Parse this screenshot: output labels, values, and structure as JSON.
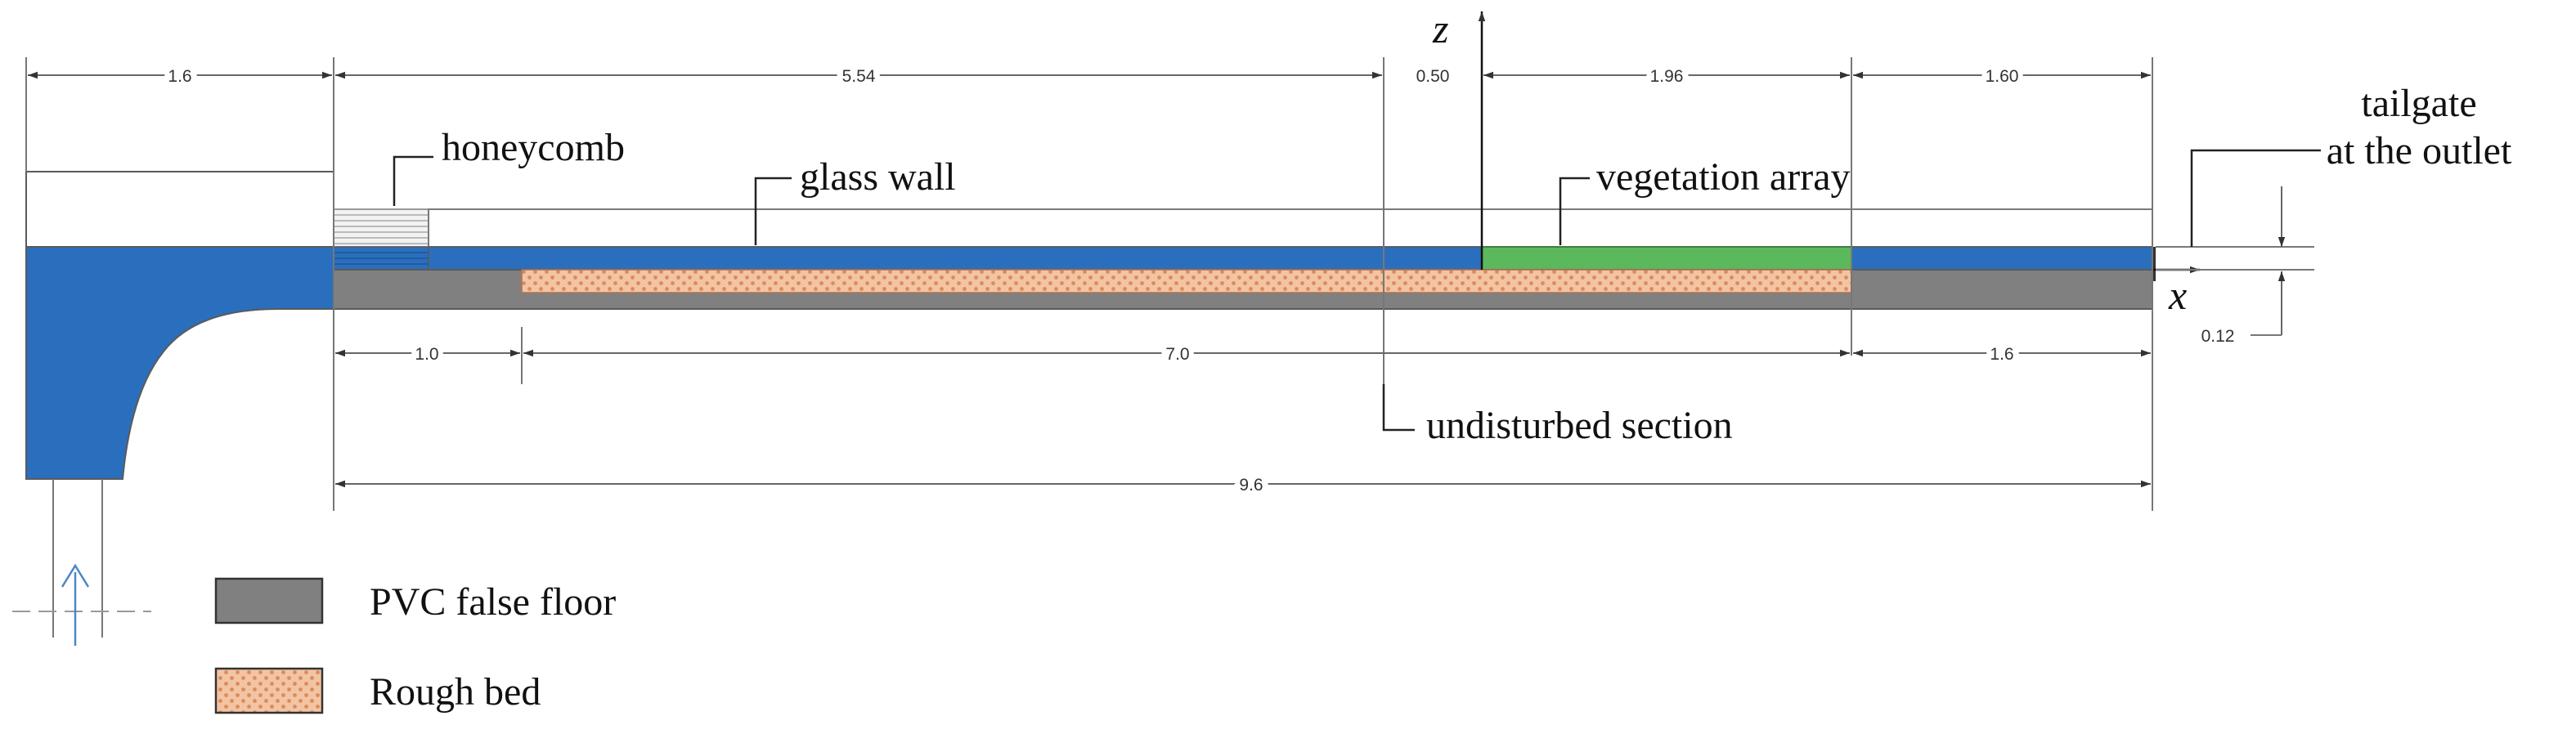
{
  "colors": {
    "water": "#2a6fbd",
    "floor": "#808080",
    "rough_bed": "#f3c4a3",
    "rough_dots": "#d98c5c",
    "vegetation": "#5cb85c",
    "outline": "#5a5a5a"
  },
  "dimensions_top": [
    "1.6",
    "5.54",
    "0.50",
    "1.96",
    "1.60"
  ],
  "dimensions_bottom": [
    "1.0",
    "7.0",
    "1.6"
  ],
  "dimension_total": "9.6",
  "dimension_height": "0.12",
  "axes": {
    "z": "z",
    "x": "x"
  },
  "labels": {
    "honeycomb": "honeycomb",
    "glass_wall": "glass wall",
    "vegetation_array": "vegetation array",
    "tailgate_line1": "tailgate",
    "tailgate_line2": "at the outlet",
    "undisturbed_section": "undisturbed section"
  },
  "legend": [
    {
      "label": "PVC false floor",
      "swatch": "floor"
    },
    {
      "label": "Rough bed",
      "swatch": "rough"
    }
  ]
}
